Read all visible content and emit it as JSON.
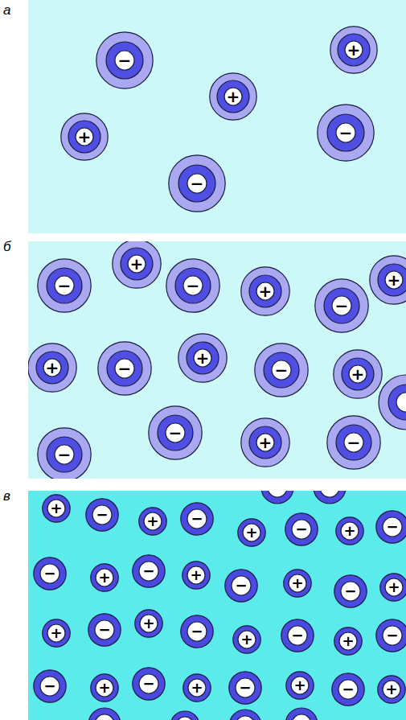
{
  "diagram": {
    "nodes": [
      {
        "text": [
          "+"
        ]
      },
      {
        "text": [
          "−"
        ]
      },
      {
        "text": [
          "+"
        ]
      },
      {
        "text": [
          "−"
        ]
      },
      {
        "text": [
          "+"
        ]
      },
      {
        "text": [
          "−"
        ]
      },
      {
        "text": [
          "+"
        ]
      },
      {
        "text": [
          "+"
        ]
      },
      {
        "text": [
          "−"
        ]
      },
      {
        "text": [
          "−"
        ]
      },
      {
        "text": [
          "+"
        ]
      },
      {
        "text": [
          "−"
        ]
      },
      {
        "text": [
          "+"
        ]
      },
      {
        "text": [
          "+"
        ]
      },
      {
        "text": [
          "−"
        ]
      },
      {
        "text": [
          "−"
        ]
      },
      {
        "text": [
          "+"
        ]
      },
      {
        "text": [
          "−"
        ]
      },
      {
        "text": [
          "+"
        ]
      },
      {
        "text": [
          "−"
        ]
      },
      {
        "text": [
          "−"
        ]
      },
      {
        "text": [
          "+"
        ]
      },
      {
        "text": [
          "−"
        ]
      },
      {
        "text": [
          "+"
        ]
      },
      {
        "text": [
          "−"
        ]
      },
      {
        "text": [
          "+"
        ]
      },
      {
        "text": [
          "−"
        ]
      },
      {
        "text": [
          "+"
        ]
      },
      {
        "text": [
          "−"
        ]
      },
      {
        "text": [
          "−"
        ]
      },
      {
        "text": [
          "+"
        ]
      },
      {
        "text": [
          "−"
        ]
      },
      {
        "text": [
          "+"
        ]
      },
      {
        "text": [
          "−"
        ]
      },
      {
        "text": [
          "+"
        ]
      },
      {
        "text": [
          "−"
        ]
      },
      {
        "text": [
          "+"
        ]
      },
      {
        "text": [
          "+"
        ]
      },
      {
        "text": [
          "−"
        ]
      },
      {
        "text": [
          "+"
        ]
      },
      {
        "text": [
          "−"
        ]
      },
      {
        "text": [
          "+"
        ]
      },
      {
        "text": [
          "−"
        ]
      },
      {
        "text": [
          "+"
        ]
      },
      {
        "text": [
          "−"
        ]
      },
      {
        "text": [
          "−"
        ]
      },
      {
        "text": [
          "+"
        ]
      },
      {
        "text": [
          "−"
        ]
      },
      {
        "text": [
          "+"
        ]
      },
      {
        "text": [
          "−"
        ]
      },
      {
        "text": [
          "+"
        ]
      },
      {
        "text": [
          "−"
        ]
      },
      {
        "text": [
          "+"
        ]
      }
    ],
    "labels": [
      "а",
      "б",
      "в"
    ]
  }
}
